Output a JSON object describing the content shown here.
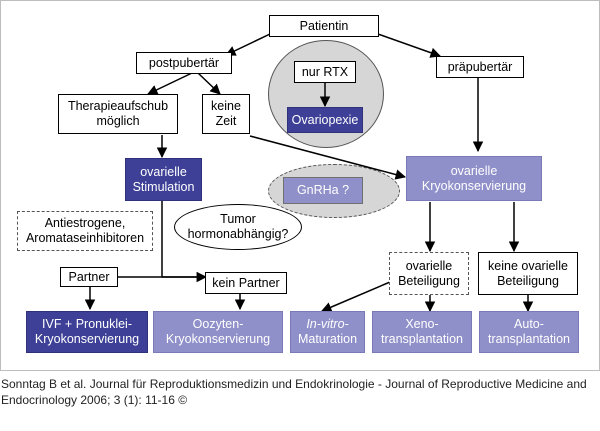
{
  "diagram": {
    "nodes": {
      "patientin": "Patientin",
      "postpubertaer": "postpubertär",
      "praepubertaer": "präpubertär",
      "nur_rtx": "nur RTX",
      "ovariopexie": "Ovariopexie",
      "therapieaufschub": "Therapieaufschub\nmöglich",
      "keine_zeit": "keine\nZeit",
      "ovarielle_stimulation": "ovarielle\nStimulation",
      "gnrha": "GnRHa ?",
      "ovarielle_kryokonservierung": "ovarielle\nKryokonservierung",
      "antiestrogene": "Antiestrogene,\nAromataseinhibitoren",
      "tumor_hormonabhaengig": "Tumor\nhormonabhängig?",
      "ovarielle_beteiligung": "ovarielle\nBeteiligung",
      "keine_ovarielle_beteiligung": "keine ovarielle\nBeteiligung",
      "partner": "Partner",
      "kein_partner": "kein Partner",
      "ivf_pronuklei": "IVF + Pronuklei-\nKryokonservierung",
      "oozyten_kryo": "Oozyten-\nKryokonservierung",
      "in_vitro_maturation": "In-vitro-\nMaturation",
      "xenotransplantation": "Xeno-\ntransplantation",
      "autotransplantation": "Auto-\ntransplantation"
    },
    "colors": {
      "dark_box": "#3d4096",
      "light_box": "#8f8fc9",
      "grey_area": "#d6d6d6"
    }
  },
  "caption": "Sonntag B et al. Journal für Reproduktionsmedizin und Endokrinologie - Journal of Reproductive Medicine and Endocrinology 2006; 3 (1): 11-16 ©"
}
